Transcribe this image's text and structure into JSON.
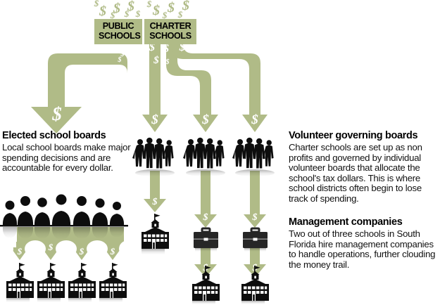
{
  "palette": {
    "flow_green": "#b0bb87",
    "silhouette_black": "#0d0d0d",
    "briefcase_dark": "#262626",
    "background": "#ffffff",
    "text_black": "#000000"
  },
  "sources": {
    "public": {
      "label_line1": "PUBLIC",
      "label_line2": "SCHOOLS"
    },
    "charter": {
      "label_line1": "CHARTER",
      "label_line2": "SCHOOLS"
    }
  },
  "money_symbols": {
    "big": "$",
    "small": "$"
  },
  "left_block": {
    "heading": "Elected school boards",
    "body": "Local school boards make major spending decisions and are accountable for every dollar."
  },
  "right_block_1": {
    "heading": "Volunteer governing boards",
    "body": "Charter schools are set up as non profits and governed by individual volunteer boards that allocate the school's tax dollars. This is where school districts often begin to lose track of spending."
  },
  "right_block_2": {
    "heading": "Management companies",
    "body": "Two out of three schools in South Florida hire management companies to handle operations, further clouding the money trail."
  },
  "diagram": {
    "type": "flow",
    "flows": [
      {
        "from": "PUBLIC SCHOOLS",
        "to": "Elected school boards",
        "marker": "$"
      },
      {
        "from": "Elected school boards",
        "to": "school-building-1",
        "marker": "$"
      },
      {
        "from": "Elected school boards",
        "to": "school-building-2",
        "marker": "$"
      },
      {
        "from": "Elected school boards",
        "to": "school-building-3",
        "marker": "$"
      },
      {
        "from": "Elected school boards",
        "to": "school-building-4",
        "marker": "$"
      },
      {
        "from": "CHARTER SCHOOLS",
        "to": "volunteer-board-1",
        "marker": "$"
      },
      {
        "from": "CHARTER SCHOOLS",
        "to": "volunteer-board-2",
        "marker": "$"
      },
      {
        "from": "CHARTER SCHOOLS",
        "to": "volunteer-board-3",
        "marker": "$"
      },
      {
        "from": "volunteer-board-1",
        "to": "charter-school-1",
        "marker": "$"
      },
      {
        "from": "volunteer-board-2",
        "to": "management-company-1",
        "marker": "$"
      },
      {
        "from": "volunteer-board-3",
        "to": "management-company-2",
        "marker": "$"
      },
      {
        "from": "management-company-1",
        "to": "charter-school-2",
        "marker": "$"
      },
      {
        "from": "management-company-2",
        "to": "charter-school-3",
        "marker": "$"
      }
    ],
    "node_counts": {
      "public_schools_bottom": 4,
      "volunteer_boards": 3,
      "management_companies": 2,
      "charter_schools_bottom": 3
    }
  }
}
